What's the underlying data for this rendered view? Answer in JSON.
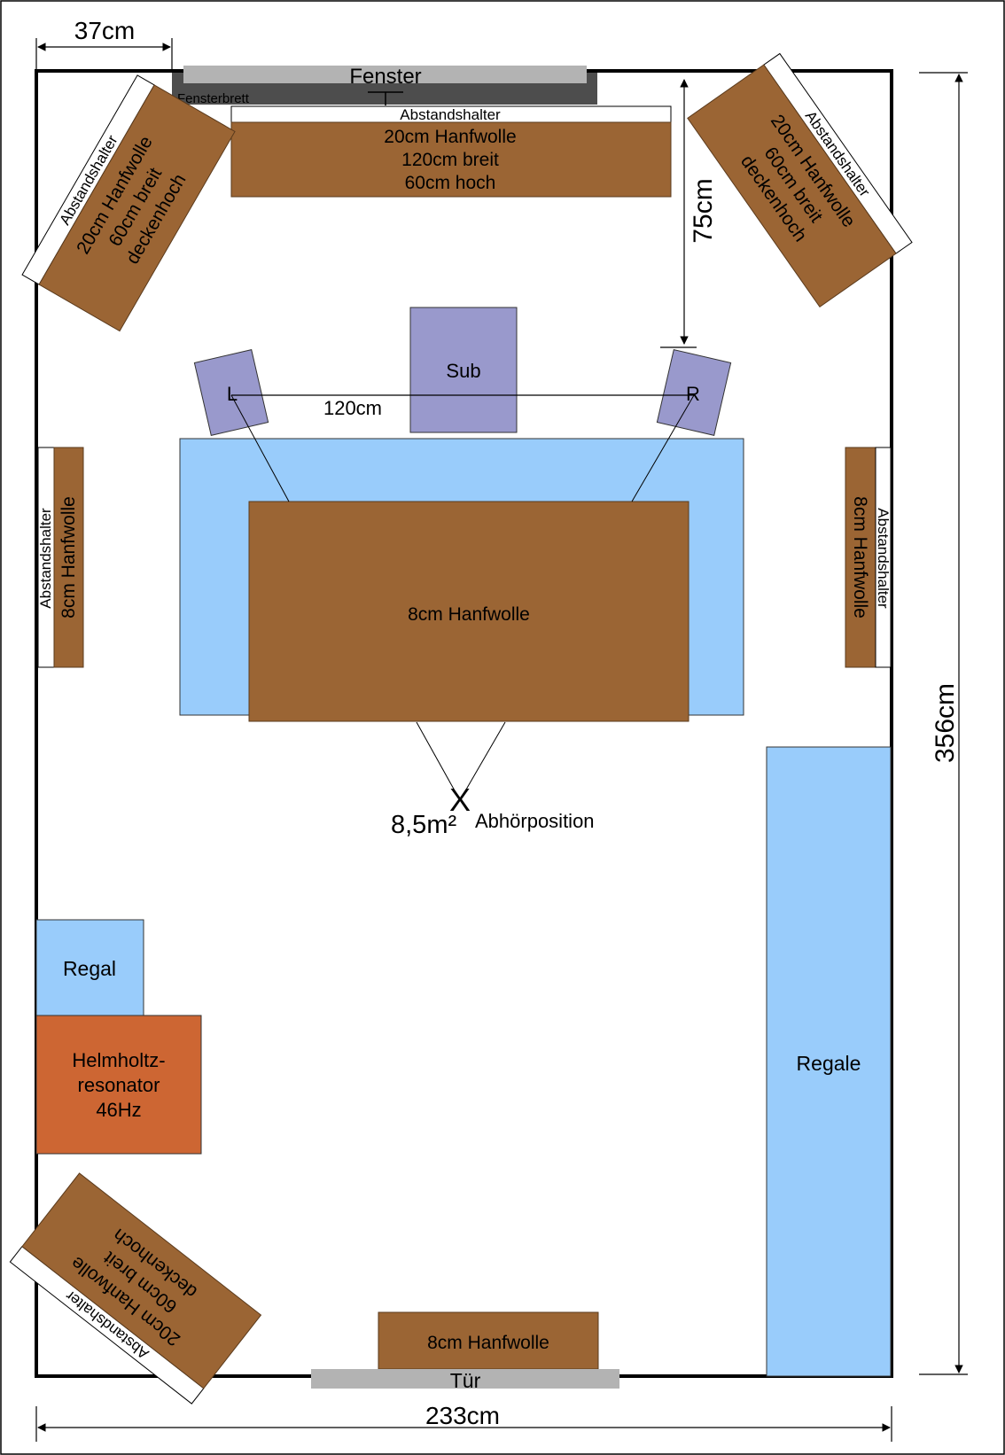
{
  "dimensions": {
    "width": "37cm",
    "depth_to_speaker": "75cm",
    "room_depth": "356cm",
    "room_width": "233cm",
    "speaker_spacing": "120cm"
  },
  "window": {
    "label": "Fenster",
    "sill_label": "Fensterbrett"
  },
  "panels": {
    "spacer_label": "Abstandshalter",
    "top_center": {
      "line1": "20cm Hanfwolle",
      "line2": "120cm breit",
      "line3": "60cm hoch"
    },
    "corner": {
      "line1": "20cm Hanfwolle",
      "line2": "60cm breit",
      "line3": "deckenhoch"
    },
    "side": "8cm Hanfwolle",
    "ceiling": "8cm Hanfwolle",
    "door_panel": "8cm Hanfwolle"
  },
  "speakers": {
    "sub": "Sub",
    "left": "L",
    "right": "R"
  },
  "listening": {
    "marker": "X",
    "label": "Abhörposition",
    "area": "8,5m²"
  },
  "furniture": {
    "shelf_small": "Regal",
    "shelves_large": "Regale"
  },
  "resonator": {
    "line1": "Helmholtz-",
    "line2": "resonator",
    "line3": "46Hz"
  },
  "door": "Tür",
  "colors": {
    "hemp": "#9b6534",
    "desk_blue": "#99ccfb",
    "speaker_purple": "#9999cc",
    "resonator_orange": "#cd6633",
    "window_gray": "#b3b3b3",
    "sill_dark": "#4d4d4d"
  }
}
